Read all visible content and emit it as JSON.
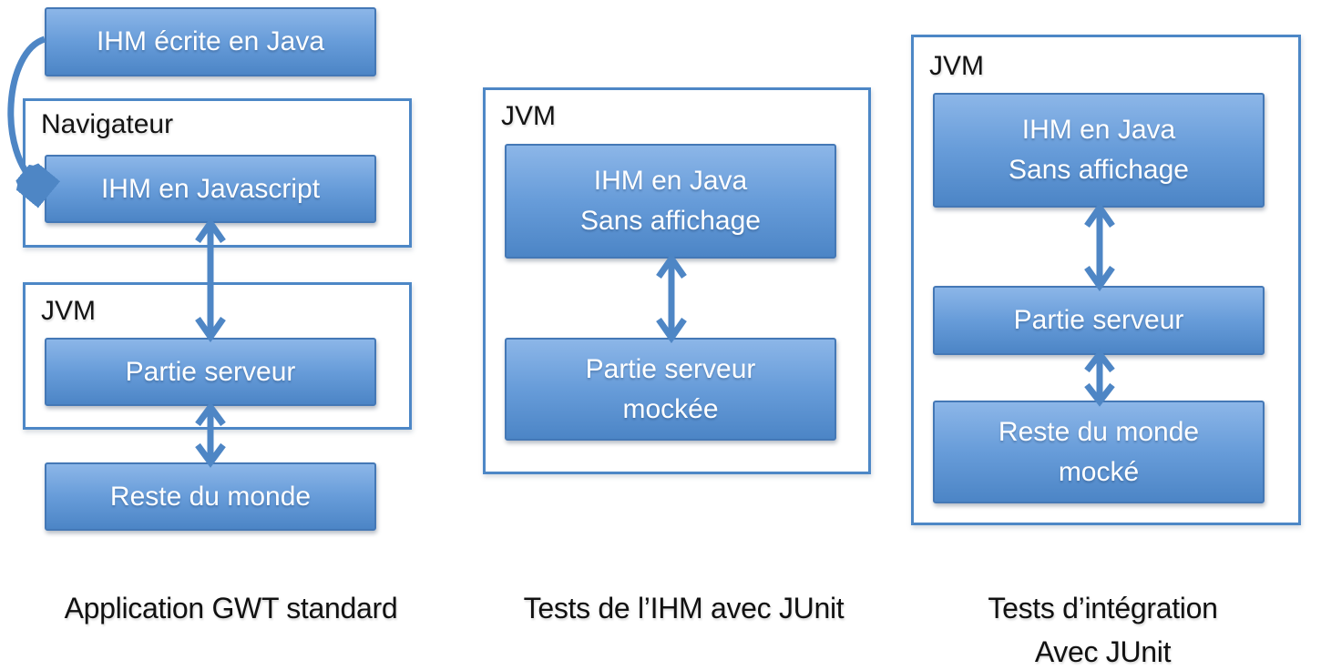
{
  "colors": {
    "box_fill_top": "#8cb6e8",
    "box_fill_bottom": "#4c85c6",
    "box_border": "#4478b6",
    "container_border": "#4d87c6",
    "arrow": "#4e86c5",
    "box_text": "#ffffff",
    "label_text": "#111111"
  },
  "panel_standard": {
    "caption": "Application GWT standard",
    "box_ihm_java": "IHM écrite en Java",
    "navigateur_label": "Navigateur",
    "box_ihm_js": "IHM en Javascript",
    "jvm_label": "JVM",
    "box_partie_serveur": "Partie serveur",
    "box_reste_monde": "Reste du monde"
  },
  "panel_tests_ihm": {
    "caption": "Tests de l’IHM avec JUnit",
    "jvm_label": "JVM",
    "box_ihm_java_line1": "IHM en Java",
    "box_ihm_java_line2": "Sans affichage",
    "box_serveur_line1": "Partie serveur",
    "box_serveur_line2": "mockée"
  },
  "panel_tests_integration": {
    "caption_line1": "Tests d’intégration",
    "caption_line2": "Avec JUnit",
    "jvm_label": "JVM",
    "box_ihm_java_line1": "IHM en Java",
    "box_ihm_java_line2": "Sans affichage",
    "box_partie_serveur": "Partie serveur",
    "box_reste_line1": "Reste du monde",
    "box_reste_line2": "mocké"
  }
}
